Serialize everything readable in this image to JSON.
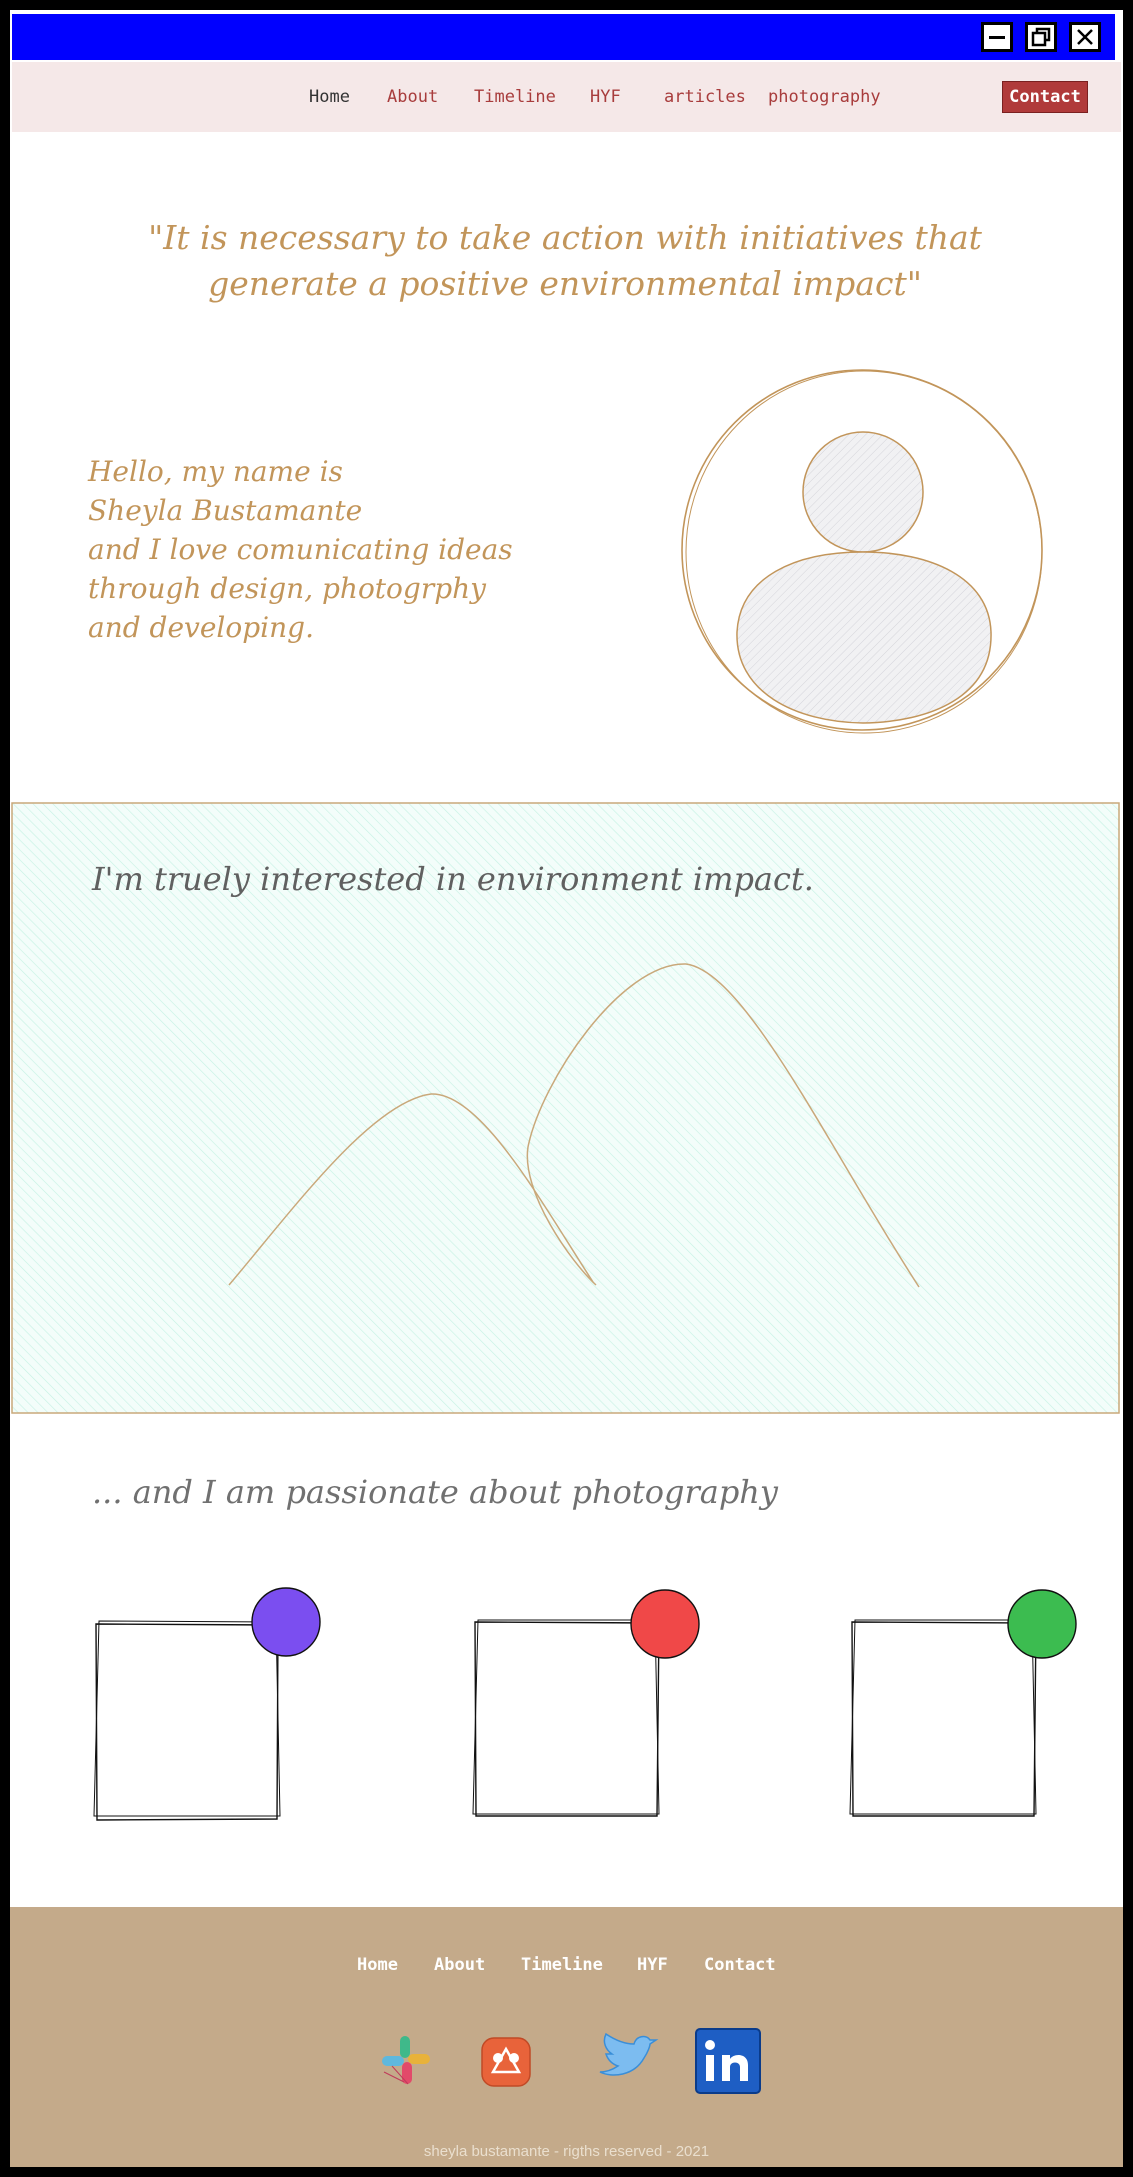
{
  "window": {
    "controls": [
      {
        "name": "minimize-icon"
      },
      {
        "name": "restore-icon"
      },
      {
        "name": "close-icon"
      }
    ]
  },
  "nav": {
    "items": [
      "Home",
      "About",
      "Timeline",
      "HYF",
      "articles",
      "photography"
    ],
    "active": "Home",
    "contact_label": "Contact"
  },
  "hero": {
    "quote_line1": "\"It is necessary to take action with initiatives that",
    "quote_line2": "generate a positive environmental impact\"",
    "intro_lines": [
      "Hello, my name is",
      "Sheyla Bustamante",
      "and I love comunicating ideas",
      "through design, photogrphy",
      "and developing."
    ],
    "avatar_icon": "user-avatar-icon"
  },
  "interest": {
    "title": "I'm truely interested in environment impact.",
    "illustration_icon": "mountains-icon",
    "background_color": "#e8faf5"
  },
  "photography": {
    "title": "... and I am passionate about photography",
    "cards": [
      {
        "dot_color": "#7b4ef0"
      },
      {
        "dot_color": "#f04848"
      },
      {
        "dot_color": "#3cbc50"
      }
    ]
  },
  "footer": {
    "links": [
      "Home",
      "About",
      "Timeline",
      "HYF",
      "Contact"
    ],
    "social_icons": [
      "slack-icon",
      "gitlab-icon",
      "twitter-icon",
      "linkedin-icon"
    ],
    "copyright": "sheyla bustamante - rigths reserved - 2021",
    "background_color": "#c4aa8a"
  },
  "colors": {
    "titlebar": "#0000ff",
    "accent": "#c2955a",
    "contact_button": "#b03a3a",
    "nav_link": "#a83c3c"
  }
}
